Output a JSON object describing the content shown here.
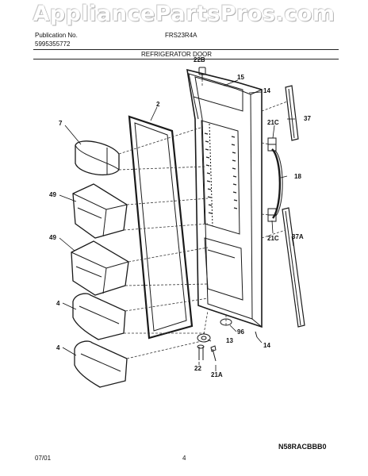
{
  "watermark": "AppliancePartsPros.com",
  "header": {
    "publication_label": "Publication No.",
    "publication_no": "5995355772",
    "model": "FRS23R4A",
    "section_title": "REFRIGERATOR DOOR"
  },
  "callouts": {
    "c22b": "22B",
    "c15": "15",
    "c14_top": "14",
    "c2": "2",
    "c7": "7",
    "c37": "37",
    "c21c_top": "21C",
    "c18": "18",
    "c49_top": "49",
    "c49_mid": "49",
    "c21c_bottom": "21C",
    "c37a": "37A",
    "c4_top": "4",
    "c4_bottom": "4",
    "c96": "96",
    "c13": "13",
    "c14_bottom": "14",
    "c22": "22",
    "c21a": "21A"
  },
  "footer": {
    "date": "07/01",
    "page": "4",
    "diagram_code": "N58RACBBB0"
  }
}
